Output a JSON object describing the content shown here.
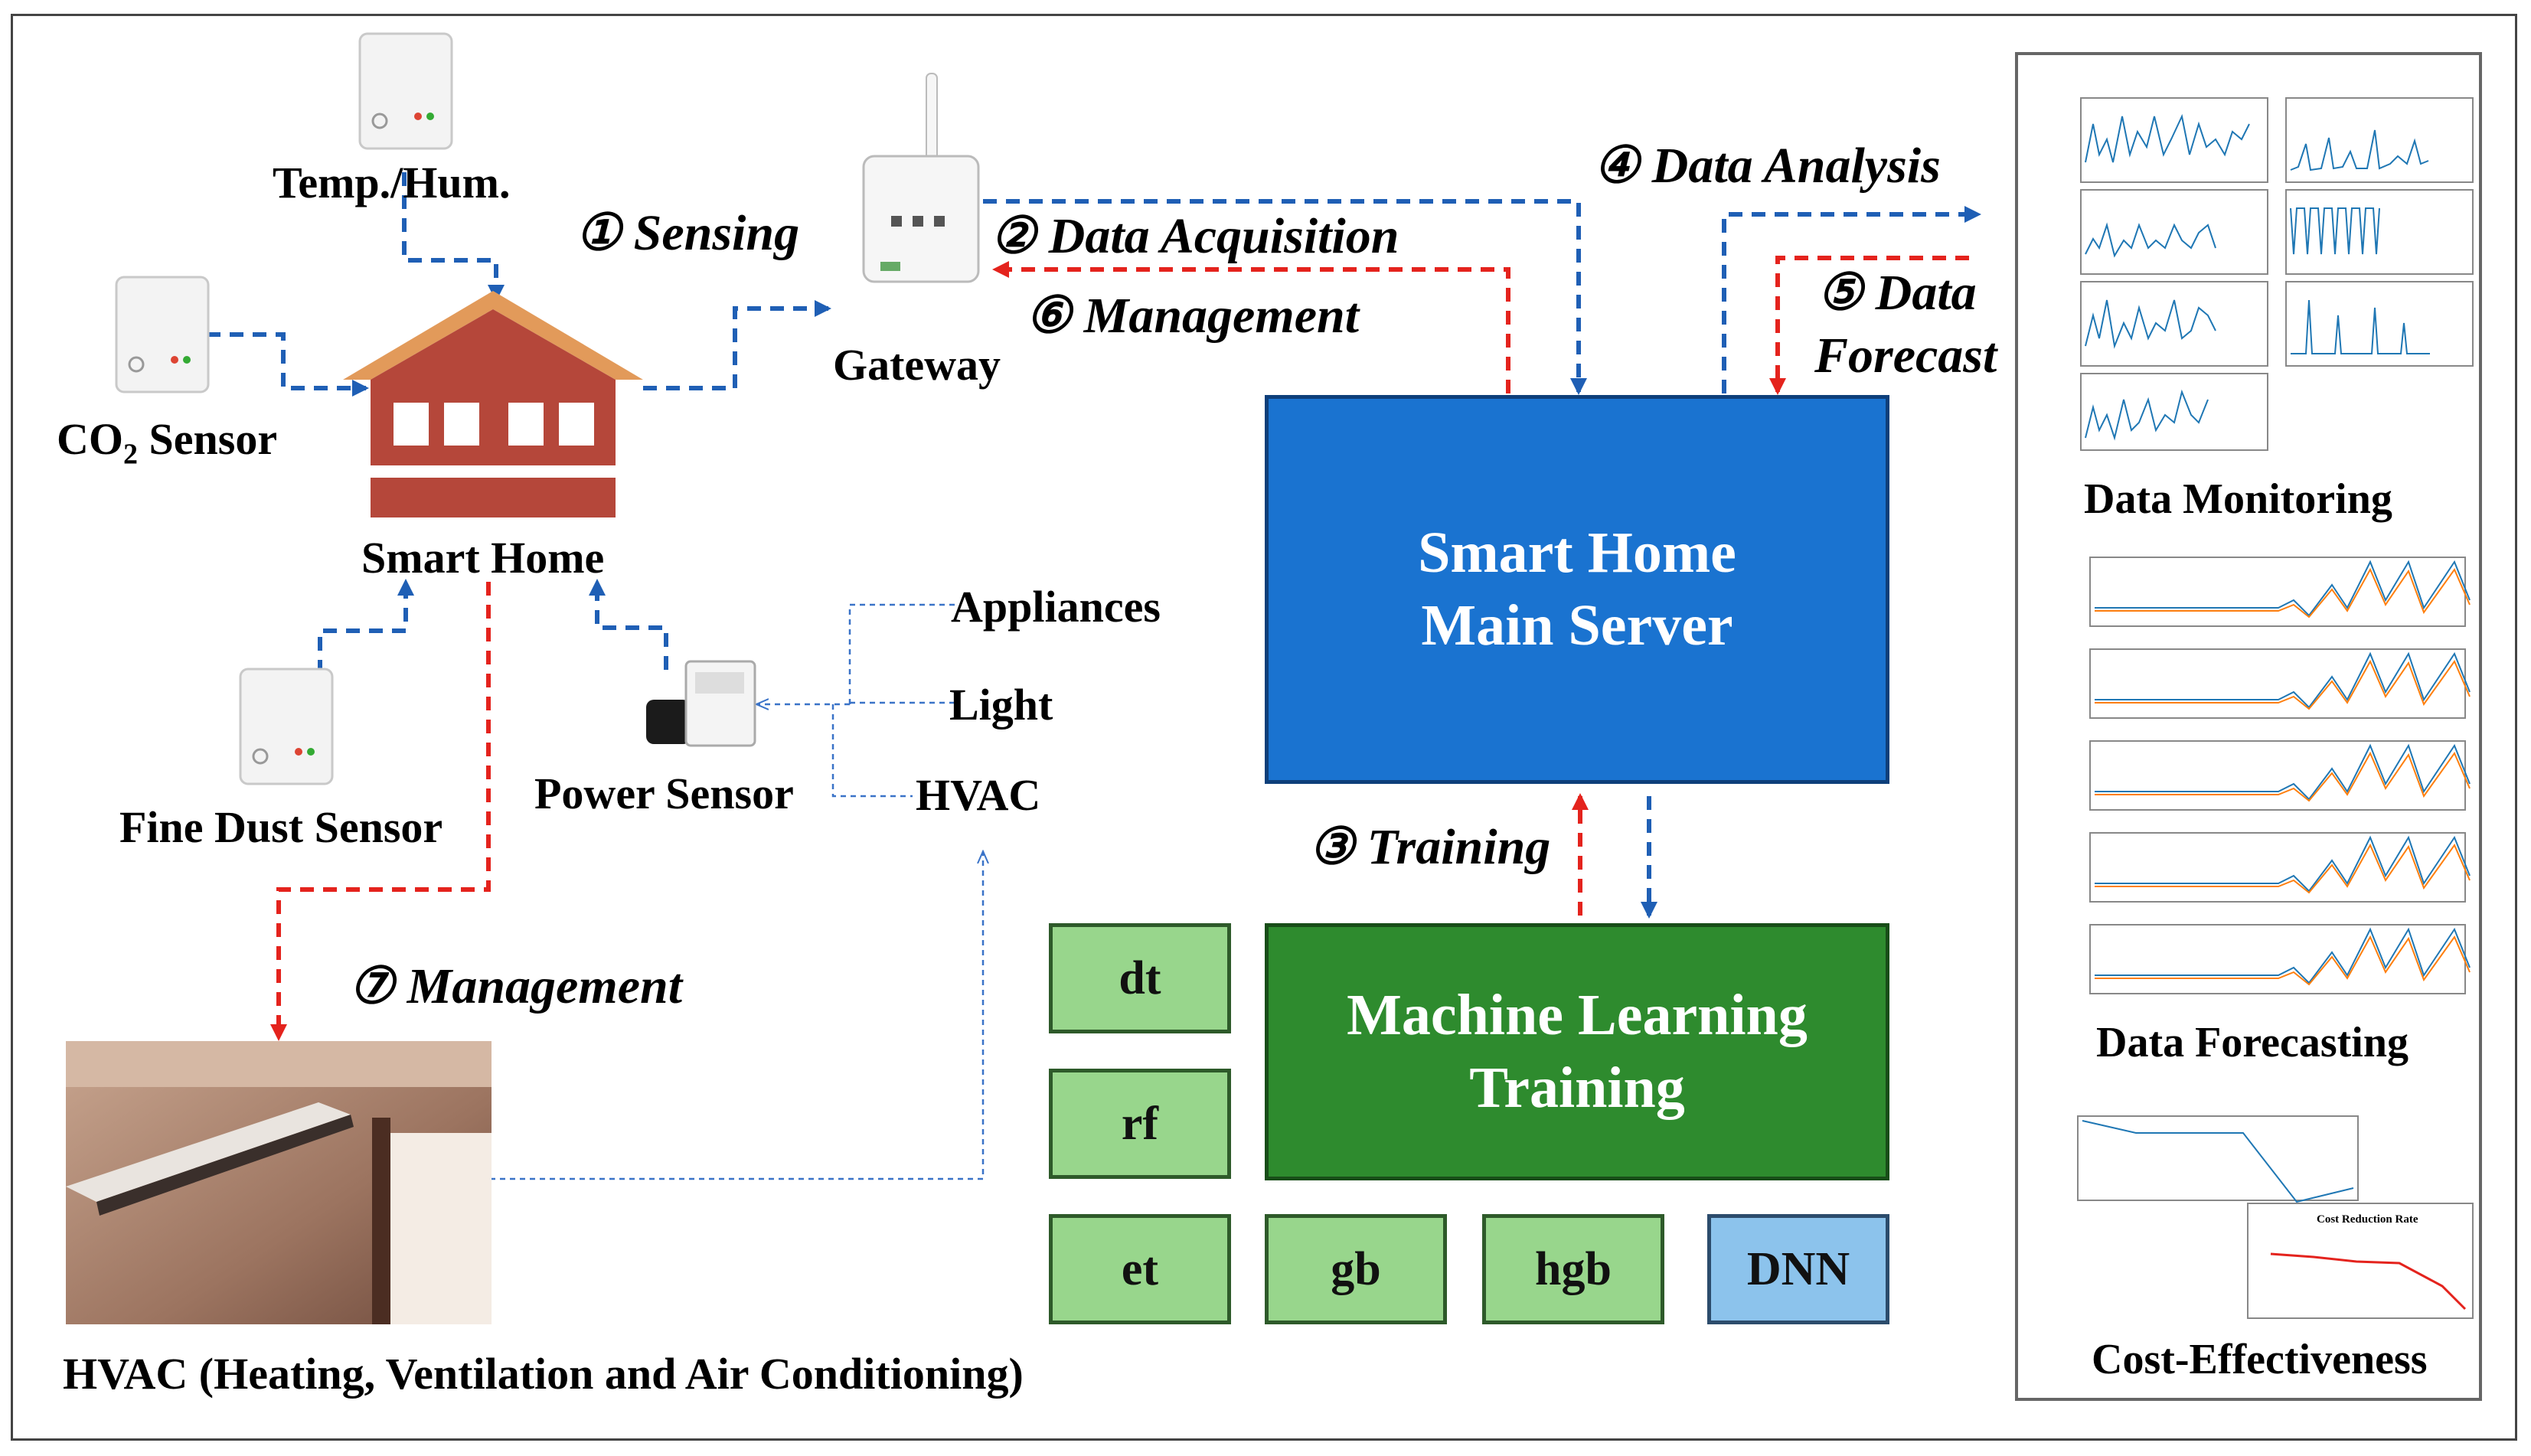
{
  "labels": {
    "temp_hum": "Temp./Hum.",
    "co2_sensor_main": "CO",
    "co2_sensor_sub": "2",
    "co2_sensor_tail": " Sensor",
    "smart_home": "Smart Home",
    "fine_dust_sensor": "Fine Dust Sensor",
    "power_sensor": "Power Sensor",
    "gateway": "Gateway",
    "appliances": "Appliances",
    "light": "Light",
    "hvac_short": "HVAC",
    "hvac_full": "HVAC (Heating, Ventilation and Air Conditioning)"
  },
  "steps": {
    "sensing": "① Sensing",
    "data_acquisition": "② Data Acquisition",
    "training": "③ Training",
    "data_analysis": "④ Data Analysis",
    "data_forecast_1": "⑤ Data",
    "data_forecast_2": "Forecast",
    "management_6": "⑥ Management",
    "management_7": "⑦ Management"
  },
  "server": {
    "line1": "Smart Home",
    "line2": "Main Server"
  },
  "ml_training": {
    "line1": "Machine Learning",
    "line2": "Training"
  },
  "models": {
    "dt": "dt",
    "rf": "rf",
    "et": "et",
    "gb": "gb",
    "hgb": "hgb",
    "dnn": "DNN"
  },
  "panel": {
    "monitoring": "Data Monitoring",
    "forecasting": "Data Forecasting",
    "cost": "Cost-Effectiveness",
    "cost_chart_title": "Cost Reduction Rate"
  },
  "colors": {
    "blue_arrow": "#1f5fb5",
    "red_arrow": "#e4231d",
    "server": "#1a73d0",
    "ml_training": "#2e8b2e",
    "model_box": "#98d68c",
    "dnn_box": "#8cc3ec",
    "house_roof": "#e29a5a",
    "house_body": "#b5473a"
  }
}
